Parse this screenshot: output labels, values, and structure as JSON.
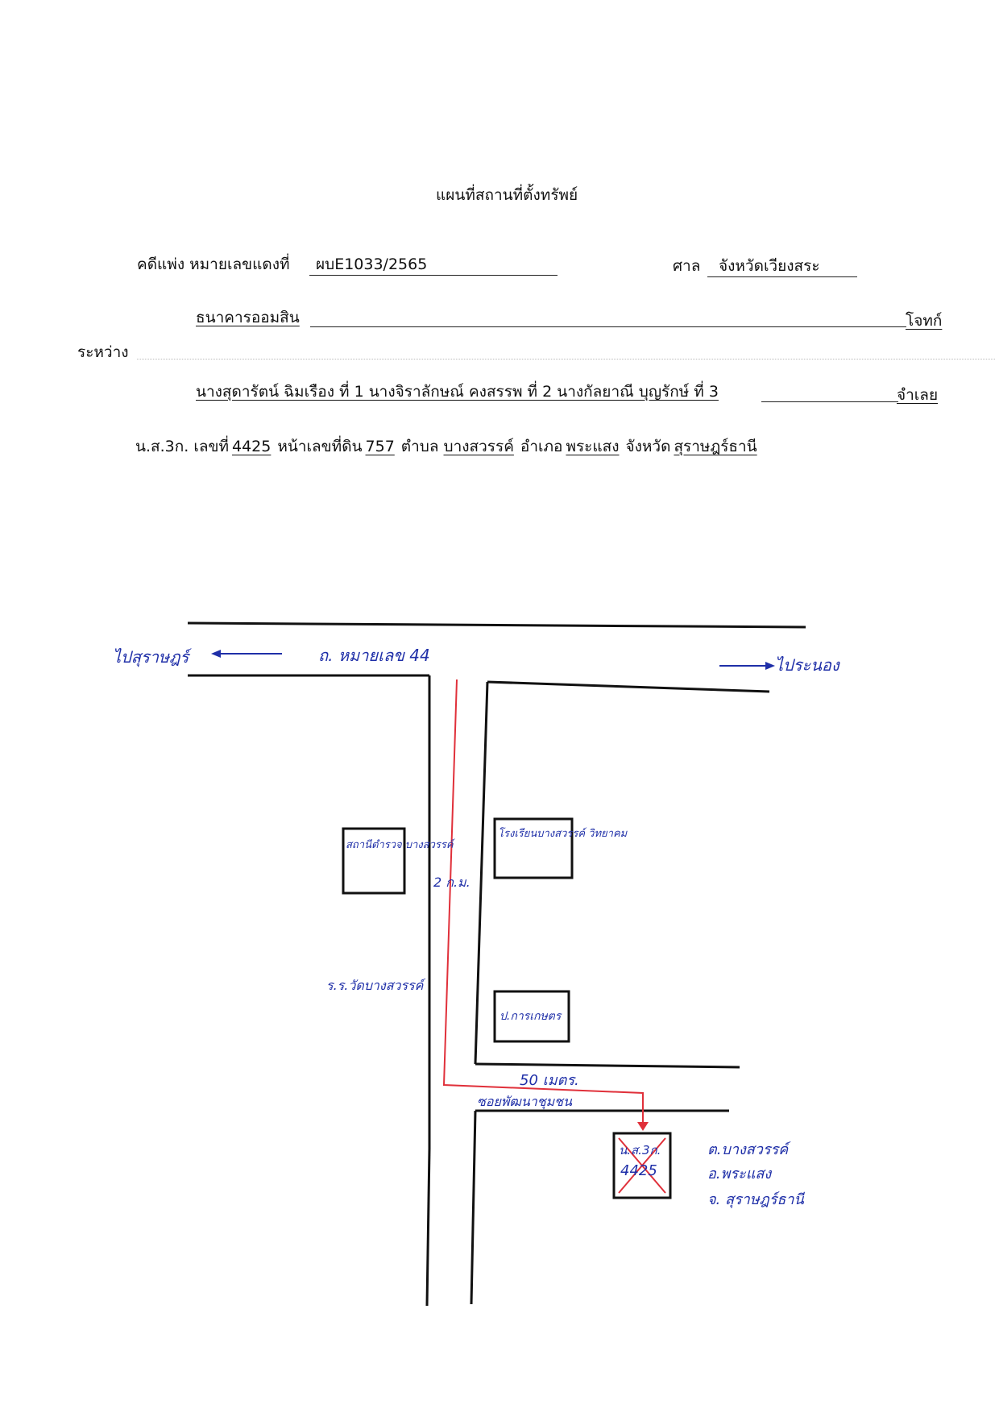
{
  "document": {
    "title": "แผนที่สถานที่ตั้งทรัพย์",
    "case_label": "คดีแพ่ง หมายเลขแดงที่",
    "case_number": "ผบE1033/2565",
    "court_label": "ศาล",
    "court_name": "จังหวัดเวียงสระ",
    "plaintiff_name": "ธนาคารออมสิน",
    "plaintiff_role": "โจทก์",
    "between_label": "ระหว่าง",
    "defendants": "นางสุดารัตน์ ฉิมเรือง ที่ 1 นางจิราลักษณ์ คงสรรพ ที่ 2 นางกัลยาณี บุญรักษ์ ที่ 3",
    "defendant_role": "จำเลย",
    "deed_label": "น.ส.3ก. เลขที่",
    "deed_number": "4425",
    "land_no_label": "หน้าเลขที่ดิน",
    "land_no": "757",
    "subdistrict_label": "ตำบล",
    "subdistrict": "บางสวรรค์",
    "district_label": "อำเภอ",
    "district": "พระแสง",
    "province_label": "จังหวัด",
    "province": "สุราษฎร์ธานี"
  },
  "map": {
    "road_label": "ถ. หมายเลข 44",
    "left_destination": "ไปสุราษฎร์",
    "right_destination": "ไประนอง",
    "left_building": "สถานีตำรวจ บางสวรรค์",
    "right_building_1": "โรงเรียนบางสวรรค์ วิทยาคม",
    "right_building_2": "ป.การเกษตร",
    "distance_1": "2 ก.ม.",
    "school_label": "ร.ร.วัดบางสวรรค์",
    "distance_2": "50 เมตร.",
    "soi_label": "ซอยพัฒนาชุมชน",
    "property_line1": "น.ส.3ก.",
    "property_line2": "4425",
    "location_line1": "ต.บางสวรรค์",
    "location_line2": "อ.พระแสง",
    "location_line3": "จ. สุราษฎร์ธานี",
    "ink_color": "#1f2fa8",
    "route_color": "#e0303a"
  }
}
